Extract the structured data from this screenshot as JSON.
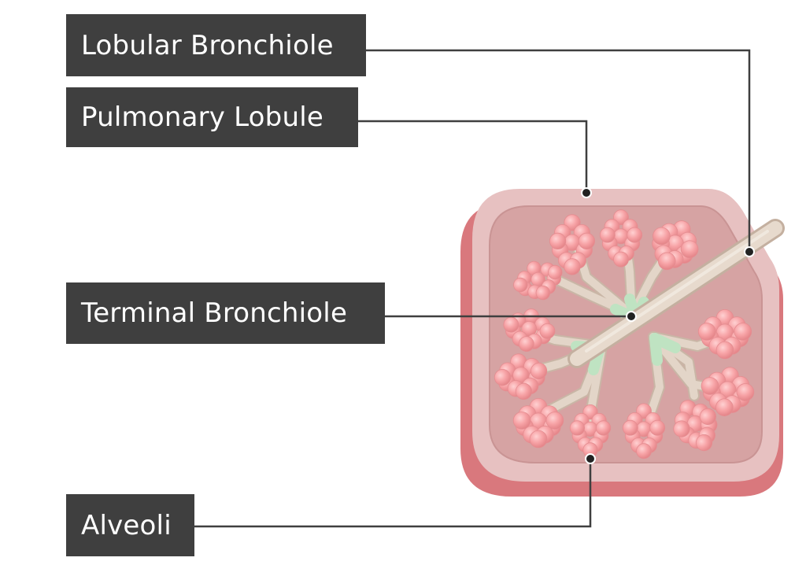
{
  "labels": {
    "lobular_bronchiole": "Lobular Bronchiole",
    "pulmonary_lobule": "Pulmonary Lobule",
    "terminal_bronchiole": "Terminal Bronchiole",
    "alveoli": "Alveoli"
  },
  "colors": {
    "label_bg": "#3f3f3f",
    "label_text": "#ffffff",
    "leader_line": "#3f3f3f",
    "lobule_side": "#d9787d",
    "lobule_rim": "#e7c1c1",
    "lobule_inner": "#d6a3a3",
    "bronchiole": "#ddd0c4",
    "terminal_bronchiole": "#bfe3c2",
    "alveoli": "#f7a5a8"
  }
}
